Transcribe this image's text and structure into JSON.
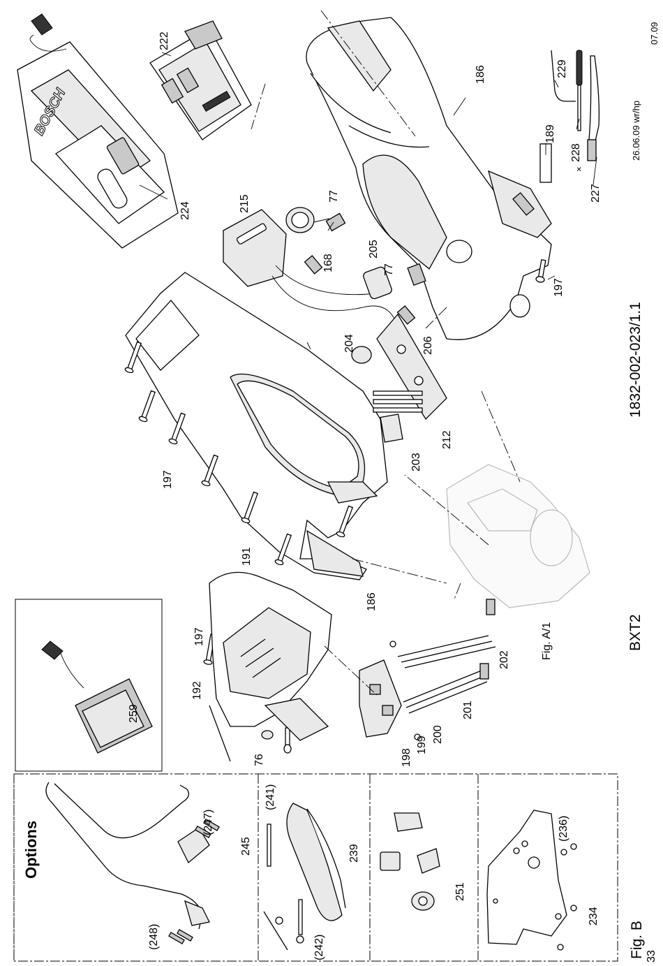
{
  "page": {
    "fig_label": "Fig. B",
    "page_number": "33",
    "model": "BXT2",
    "drawing_number": "1832-002-023/1.1",
    "revision": "26.06.09 wr/hp",
    "date_code": "07.09",
    "brand_logo": "BOSCH"
  },
  "options": {
    "title": "Options",
    "labels": [
      "245",
      "(247)",
      "(248)",
      "239",
      "(241)",
      "(242)",
      "251",
      "234",
      "(236)",
      "259"
    ]
  },
  "labels": {
    "p186a": "186",
    "p186b": "186",
    "p189": "189",
    "p191": "191",
    "p192": "192",
    "p197a": "197",
    "p197b": "197",
    "p197c": "197",
    "p198": "198",
    "p199": "199",
    "p200": "200",
    "p201": "201",
    "p202": "202",
    "p203": "203",
    "p204": "204",
    "p205": "205",
    "p206": "206",
    "p212": "212",
    "p215": "215",
    "p222": "222",
    "p224": "224",
    "p227": "227",
    "p228": "228",
    "p229": "229",
    "p76": "76",
    "p77a": "77",
    "p77b": "77",
    "p168": "168",
    "times": "×",
    "figref": "Fig. A/1"
  },
  "icons": [
    "plug-icon",
    "battery-pack-icon",
    "charger-icon",
    "screwdriver-icon",
    "hex-key-icon",
    "brush-icon"
  ]
}
